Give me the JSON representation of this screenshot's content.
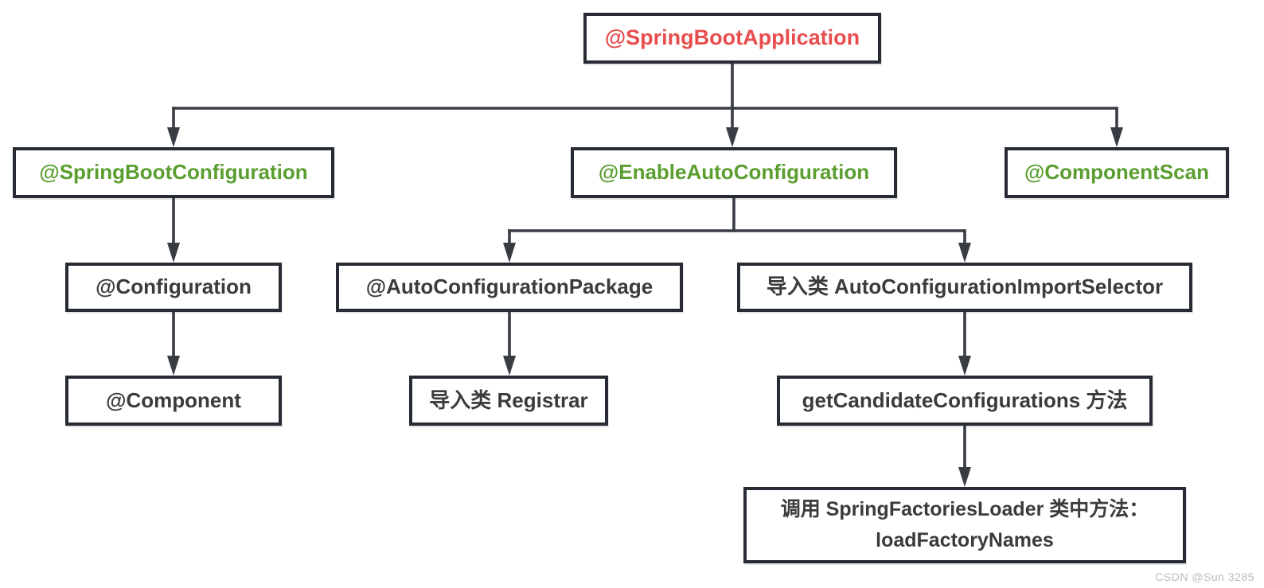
{
  "diagram": {
    "type": "flowchart",
    "topic": "SpringBoot annotation hierarchy"
  },
  "nodes": {
    "spring_boot_application": {
      "label": "@SpringBootApplication",
      "text_color": "#e84d4d"
    },
    "spring_boot_configuration": {
      "label": "@SpringBootConfiguration",
      "text_color": "#5a9e2f"
    },
    "enable_auto_configuration": {
      "label": "@EnableAutoConfiguration",
      "text_color": "#5a9e2f"
    },
    "component_scan": {
      "label": "@ComponentScan",
      "text_color": "#5a9e2f"
    },
    "configuration": {
      "label": "@Configuration",
      "text_color": "#3b3b3b"
    },
    "auto_configuration_package": {
      "label": "@AutoConfigurationPackage",
      "text_color": "#3b3b3b"
    },
    "import_selector": {
      "label": "导入类 AutoConfigurationImportSelector",
      "text_color": "#3b3b3b"
    },
    "component": {
      "label": "@Component",
      "text_color": "#3b3b3b"
    },
    "registrar": {
      "label": "导入类 Registrar",
      "text_color": "#3b3b3b"
    },
    "get_candidate_configurations": {
      "label": "getCandidateConfigurations 方法",
      "text_color": "#3b3b3b"
    },
    "load_factory_names": {
      "line1": "调用 SpringFactoriesLoader 类中方法：",
      "line2": "loadFactoryNames",
      "text_color": "#3b3b3b"
    }
  },
  "edges": [
    {
      "from": "spring_boot_application",
      "to": "spring_boot_configuration"
    },
    {
      "from": "spring_boot_application",
      "to": "enable_auto_configuration"
    },
    {
      "from": "spring_boot_application",
      "to": "component_scan"
    },
    {
      "from": "spring_boot_configuration",
      "to": "configuration"
    },
    {
      "from": "configuration",
      "to": "component"
    },
    {
      "from": "enable_auto_configuration",
      "to": "auto_configuration_package"
    },
    {
      "from": "enable_auto_configuration",
      "to": "import_selector"
    },
    {
      "from": "auto_configuration_package",
      "to": "registrar"
    },
    {
      "from": "import_selector",
      "to": "get_candidate_configurations"
    },
    {
      "from": "get_candidate_configurations",
      "to": "load_factory_names"
    }
  ],
  "colors": {
    "node_border": "#272b33",
    "connector": "#383c43",
    "accent_red": "#e84d4d",
    "accent_green": "#5a9e2f",
    "text_dark": "#3b3b3b",
    "watermark_gray": "#b7bcc2",
    "background": "#ffffff"
  },
  "watermark": {
    "text": "CSDN @Sun 3285"
  }
}
